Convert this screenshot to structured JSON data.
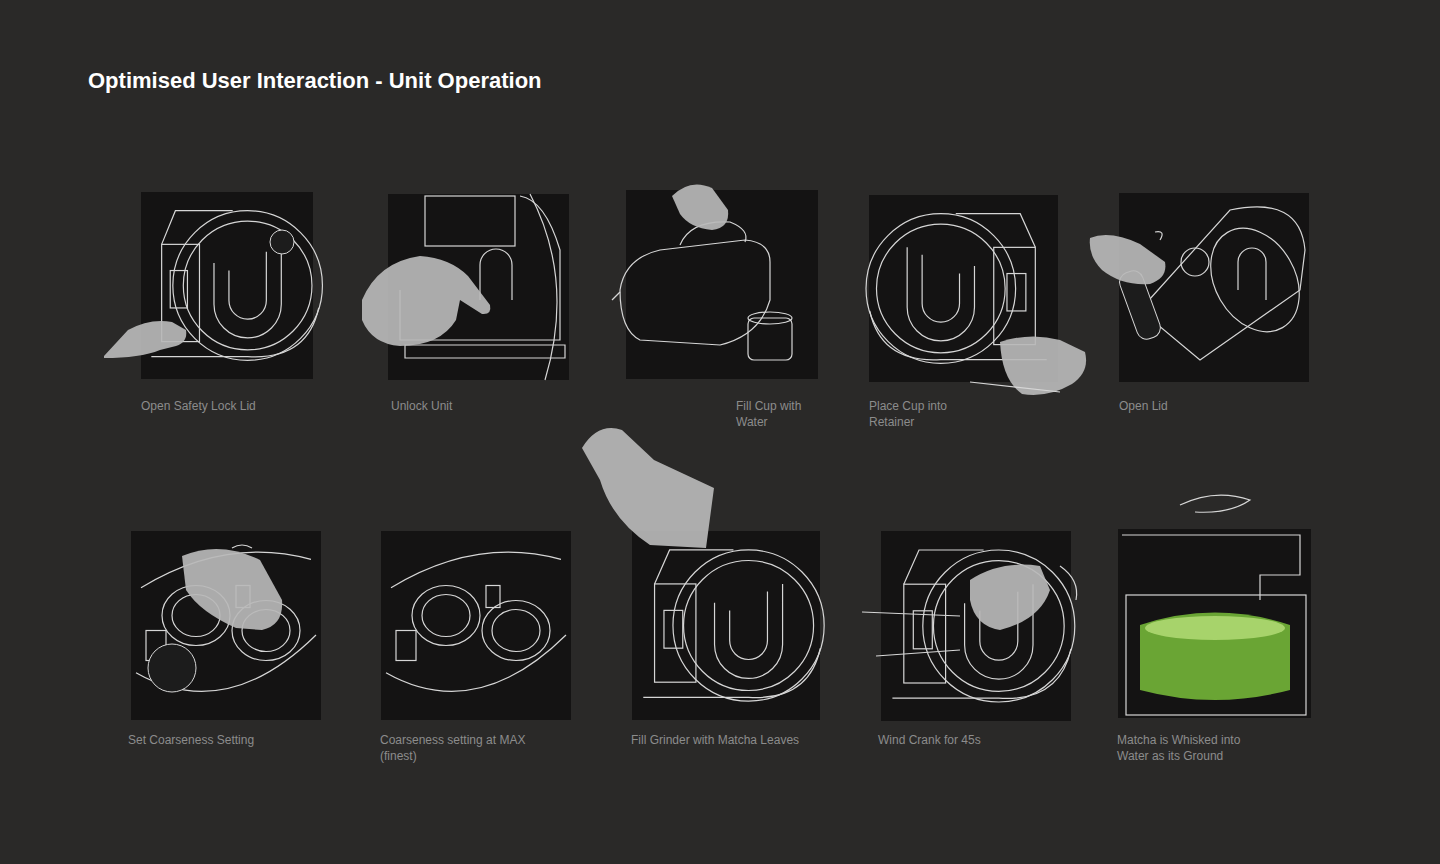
{
  "diagram": {
    "title": "Optimised User Interaction - Unit Operation",
    "nodes": [
      {
        "text": [
          "Open Safety Lock Lid"
        ]
      },
      {
        "text": [
          "Unlock Unit"
        ]
      },
      {
        "text": [
          "Fill Cup with Water"
        ]
      },
      {
        "text": [
          "Place Cup into Retainer"
        ]
      },
      {
        "text": [
          "Open Lid"
        ]
      },
      {
        "text": [
          "Set Coarseness Setting"
        ]
      },
      {
        "text": [
          "Coarseness setting at MAX (finest)"
        ]
      },
      {
        "text": [
          "Fill Grinder with Matcha Leaves"
        ]
      },
      {
        "text": [
          "Wind Crank for 45s"
        ]
      },
      {
        "text": [
          "Matcha is Whisked into Water as its Ground"
        ]
      }
    ]
  }
}
